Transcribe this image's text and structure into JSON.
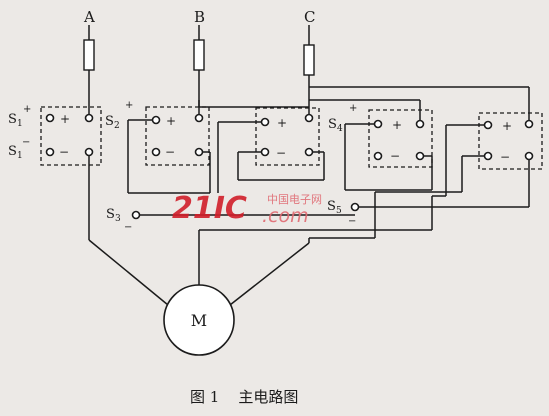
{
  "phases": [
    "A",
    "B",
    "C"
  ],
  "switches": {
    "s1": {
      "letter": "S",
      "sub": "1"
    },
    "s2": {
      "letter": "S",
      "sub": "2"
    },
    "s3": {
      "letter": "S",
      "sub": "3"
    },
    "s4": {
      "letter": "S",
      "sub": "4"
    },
    "s5": {
      "letter": "S",
      "sub": "5"
    }
  },
  "polarity": {
    "plus": "+",
    "minus": "−"
  },
  "motor_label": "M",
  "caption": "图 1    主电路图",
  "watermark": {
    "number": "21IC",
    "site_cn": "中国电子网",
    "domain": ".com"
  }
}
